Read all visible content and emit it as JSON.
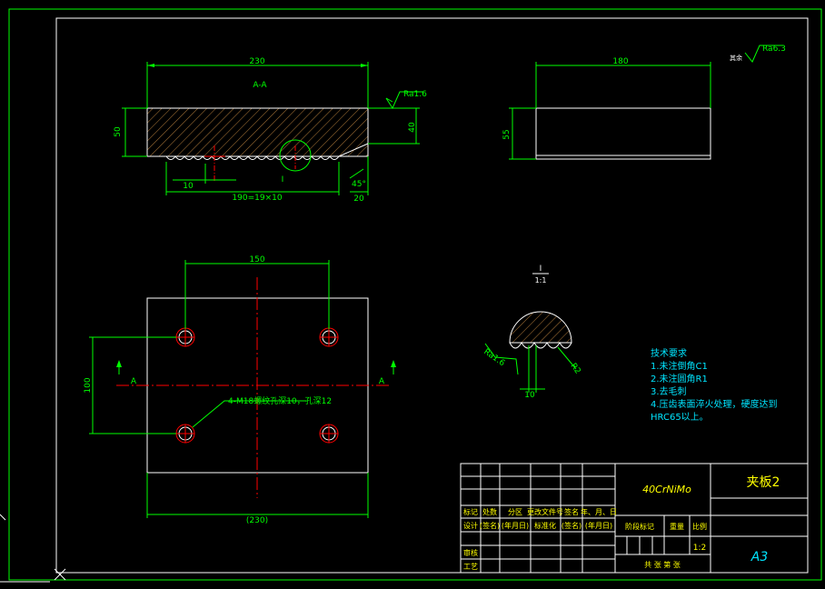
{
  "drawing": {
    "title": "夹板2",
    "material": "40CrNiMo",
    "sheet_size": "A3",
    "scale": "1:2"
  },
  "section_view": {
    "label": "A-A",
    "dims": {
      "width": "230",
      "height_left": "50",
      "height_right": "40",
      "pitch": "10",
      "teeth": "190=19×10",
      "edge": "20",
      "chamfer": "45°"
    },
    "roughness": "Ra1.6",
    "detail_marker": "I"
  },
  "side_view": {
    "width": "180",
    "height": "55"
  },
  "general_roughness": {
    "prefix": "其余",
    "value": "Ra6.3"
  },
  "detail_view": {
    "label": "I",
    "scale": "1:1",
    "roughness": "Ra1.6",
    "pitch": "10",
    "radius": "R2"
  },
  "plan_view": {
    "dims": {
      "hole_spacing_x": "150",
      "hole_spacing_y": "100",
      "overall_width": "(230)"
    },
    "hole_note": "4-M18螺纹孔深10，孔深12",
    "section_mark": "A"
  },
  "tech_requirements": {
    "heading": "技术要求",
    "items": [
      "1.未注倒角C1",
      "2.未注圆角R1",
      "3.去毛刺",
      "4.压齿表面淬火处理，硬度达到",
      "HRC65以上。"
    ]
  },
  "title_block": {
    "header_row": [
      "标记",
      "处数",
      "分区",
      "更改文件号",
      "签名",
      "年、月、日"
    ],
    "row2": [
      "设计",
      "(签名)",
      "(年月日)",
      "标准化",
      "(签名)",
      "(年月日)"
    ],
    "stage_label": "阶段标记",
    "weight_label": "重量",
    "scale_label": "比例",
    "review_label": "审核",
    "process_label": "工艺",
    "sheets_label": "共  张  第  张"
  }
}
